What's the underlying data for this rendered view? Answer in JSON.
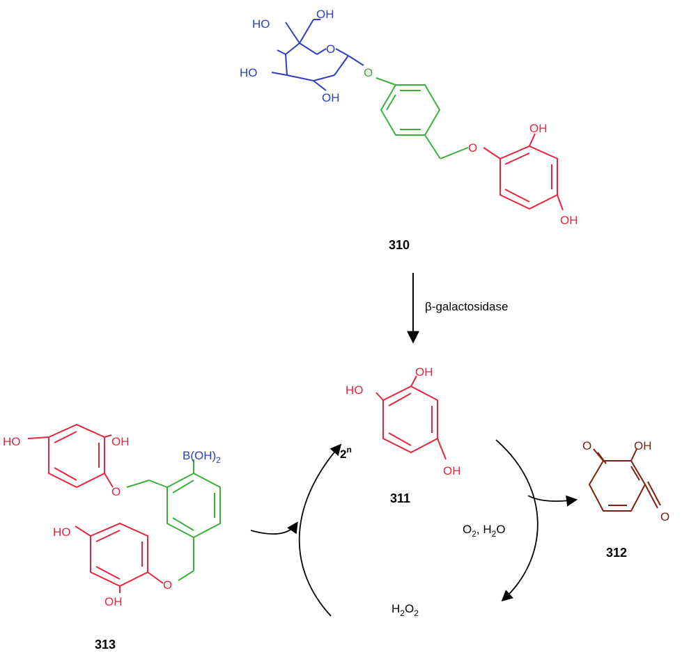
{
  "compounds": {
    "c310": {
      "label": "310"
    },
    "c311": {
      "label": "311"
    },
    "c312": {
      "label": "312"
    },
    "c313": {
      "label": "313"
    }
  },
  "atoms": {
    "c310": {
      "oh_top": "OH",
      "ho_1": "HO",
      "ho_2": "HO",
      "oh_mid": "OH",
      "o_ring": "O",
      "o_glyco": "O",
      "o_ether": "O",
      "oh_r1": "OH",
      "oh_r2": "OH"
    },
    "c311": {
      "ho": "HO",
      "oh_top": "OH",
      "oh_bot": "OH"
    },
    "c312": {
      "o1": "O",
      "oh": "OH",
      "o2": "O"
    },
    "c313": {
      "ho_1": "HO",
      "oh_1": "OH",
      "o_1": "O",
      "boron": "B(OH)",
      "boron_sub": "2",
      "ho_2": "HO",
      "o_2": "O",
      "oh_2": "OH"
    }
  },
  "reagents": {
    "enzyme": "β-galactosidase",
    "amplification": "2",
    "amplification_sup": "n",
    "oxidant_o": "O",
    "oxidant_o_sub": "2",
    "oxidant_rest": ", H",
    "oxidant_h_sub": "2",
    "oxidant_end": "O",
    "product_h": "H",
    "product_h_sub": "2",
    "product_o": "O",
    "product_o_sub": "2"
  },
  "colors": {
    "galactose": "#2c3fbd",
    "linker": "#3ab03a",
    "hydroxyquinol": "#e8243c",
    "quinone": "#7a1f12",
    "arrows": "#000000"
  }
}
